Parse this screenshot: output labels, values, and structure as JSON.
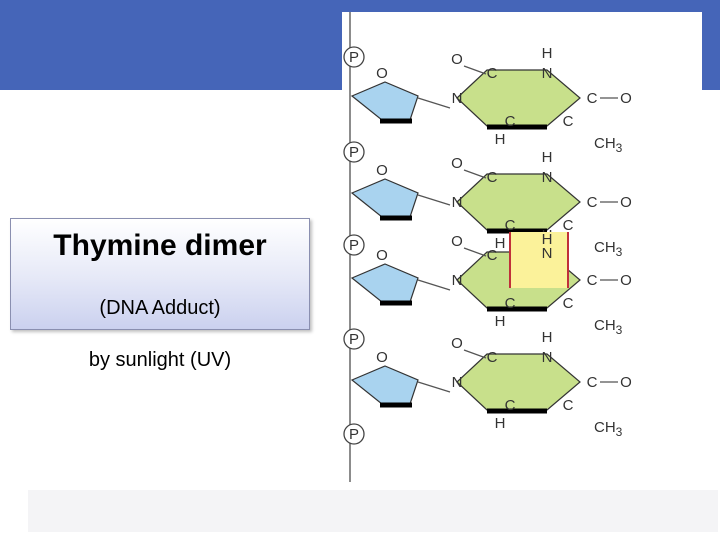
{
  "title_box": {
    "main": "Thymine dimer",
    "sub_line1": "(DNA Adduct)",
    "sub_line2": "by sunlight (UV)"
  },
  "diagram": {
    "phosphate_label": "P",
    "ring_oxygen_label": "O",
    "atoms": {
      "C": "C",
      "N": "N",
      "O": "O",
      "H": "H",
      "CH3": "CH3"
    },
    "colors": {
      "header_band": "#4565b8",
      "sugar": "#a9d3ef",
      "base": "#c8e08b",
      "cyclobutane_ring": "#fbf29a",
      "dimer_bond": "#c0303a"
    }
  }
}
